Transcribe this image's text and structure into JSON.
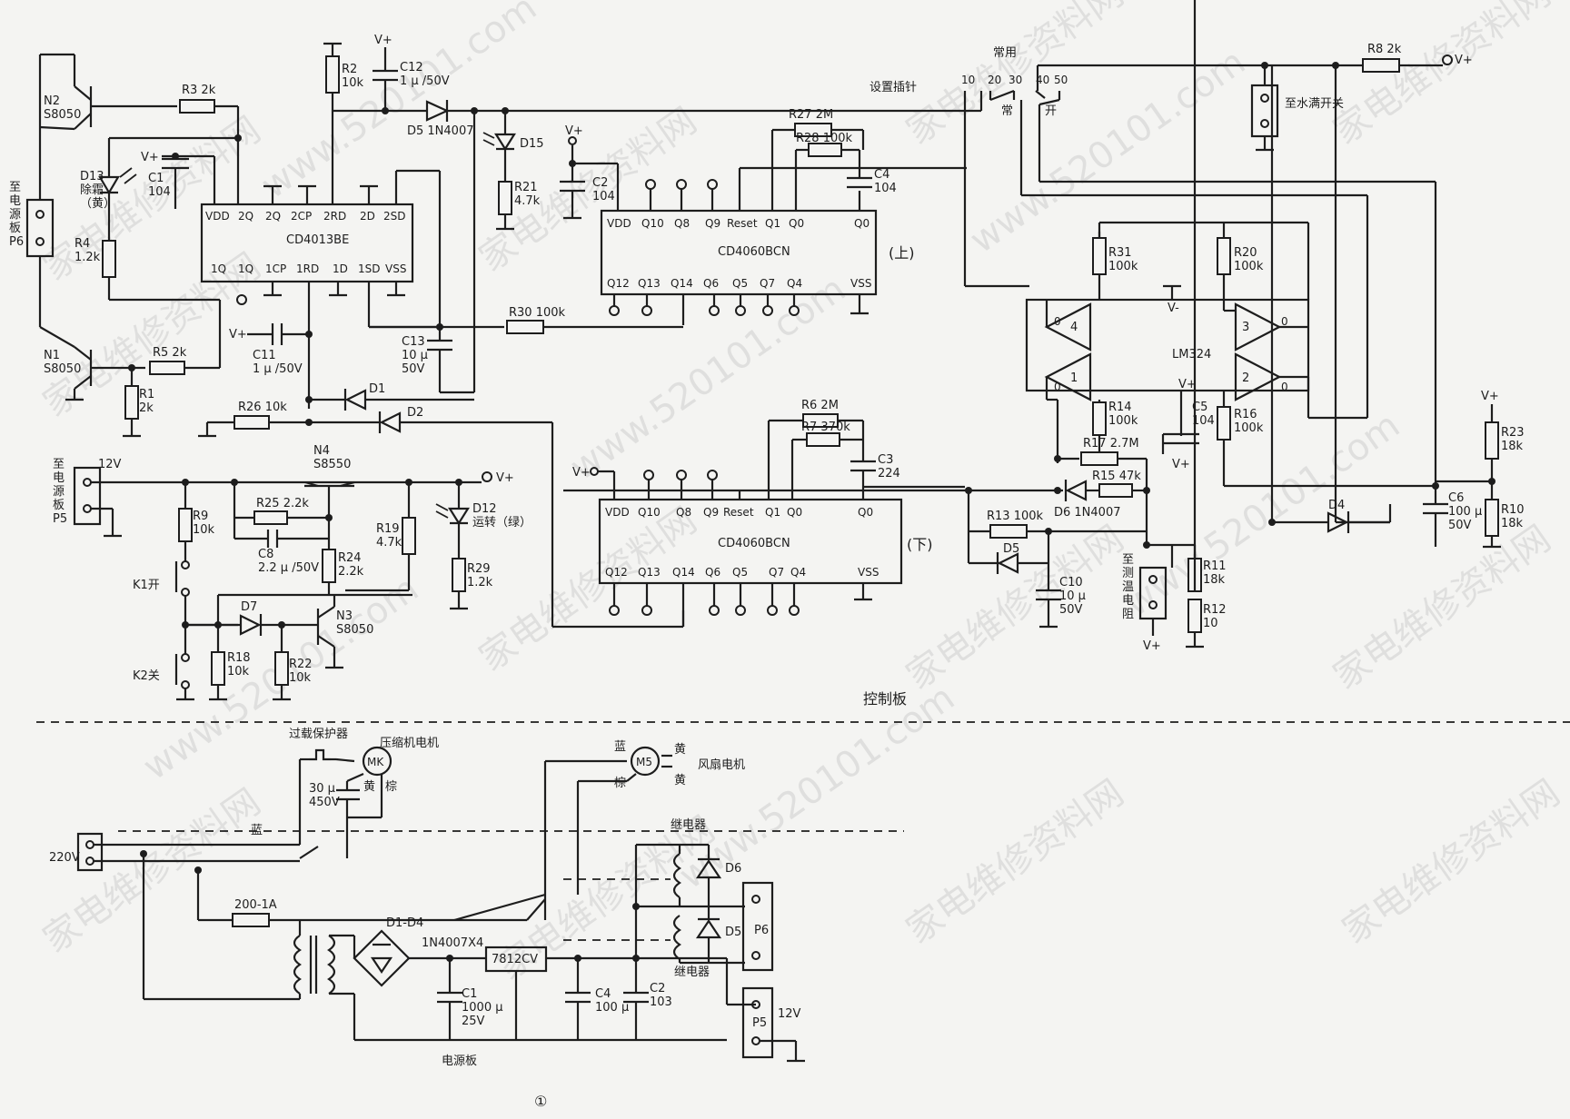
{
  "watermark": {
    "text": "家电维修资料网",
    "url": "www.520101.com"
  },
  "sections": {
    "control_board": "控制板",
    "power_board": "电源板",
    "figure_number": "①"
  },
  "ics": {
    "u1": {
      "name": "CD4013BE",
      "pins_top": [
        "VDD",
        "2Q",
        "2Q",
        "2CP",
        "2RD",
        "2D",
        "2SD"
      ],
      "pins_bottom": [
        "1Q",
        "1Q",
        "1CP",
        "1RD",
        "1D",
        "1SD",
        "VSS"
      ]
    },
    "u2": {
      "name": "CD4060BCN",
      "tag": "(上)",
      "pins_top": [
        "VDD",
        "Q10",
        "Q8",
        "Q9",
        "Reset",
        "Q1",
        "Q0",
        "Q0"
      ],
      "pins_bottom": [
        "Q12",
        "Q13",
        "Q14",
        "Q6",
        "Q5",
        "Q7",
        "Q4",
        "VSS"
      ]
    },
    "u3": {
      "name": "CD4060BCN",
      "tag": "(下)",
      "pins_top": [
        "VDD",
        "Q10",
        "Q8",
        "Q9",
        "Reset",
        "Q1",
        "Q0",
        "Q0"
      ],
      "pins_bottom": [
        "Q12",
        "Q13",
        "Q14",
        "Q6",
        "Q5",
        "Q7",
        "Q4",
        "VSS"
      ]
    },
    "lm324": {
      "name": "LM324",
      "amps": [
        "1",
        "2",
        "3",
        "4"
      ]
    }
  },
  "resistors": {
    "r1": "R1\n2k",
    "r2": "R2\n10k",
    "r3": "R3  2k",
    "r4": "R4\n1.2k",
    "r5": "R5  2k",
    "r6": "R6  2M",
    "r7": "R7  370k",
    "r8": "R8  2k",
    "r9": "R9\n10k",
    "r10": "R10\n18k",
    "r11": "R11\n18k",
    "r12": "R12\n10",
    "r13": "R13  100k",
    "r14": "R14\n100k",
    "r15": "R15  47k",
    "r16": "R16\n100k",
    "r17": "R17  2.7M",
    "r18": "R18\n10k",
    "r19": "R19\n4.7k",
    "r20": "R20\n100k",
    "r21": "R21\n4.7k",
    "r22": "R22\n10k",
    "r23": "R23\n18k",
    "r24": "R24\n2.2k",
    "r25": "R25  2.2k",
    "r26": "R26  10k",
    "r27": "R27  2M",
    "r28": "R28  100k",
    "r29": "R29\n1.2k",
    "r30": "R30  100k",
    "r31": "R31\n100k"
  },
  "capacitors": {
    "c1": "C1\n104",
    "c2": "C2\n104",
    "c3": "C3\n224",
    "c4": "C4\n104",
    "c5": "C5\n104",
    "c6": "C6\n100 μ\n50V",
    "c8": "C8\n2.2 μ /50V",
    "c10": "C10\n10 μ\n50V",
    "c11": "C11\n1 μ /50V",
    "c12": "C12\n1 μ /50V",
    "c13": "C13\n10 μ\n50V"
  },
  "diodes": {
    "d1": "D1",
    "d2": "D2",
    "d4": "D4",
    "d5": "D5  1N4007",
    "d5b": "D5",
    "d6": "D6  1N4007",
    "d7": "D7",
    "d12": "D12\n运转（绿）",
    "d13": "D13\n除霜\n（黄）",
    "d15": "D15"
  },
  "transistors": {
    "n1": "N1\nS8050",
    "n2": "N2\nS8050",
    "n3": "N3\nS8050",
    "n4": "N4\nS8550"
  },
  "connectors": {
    "p6_ctrl": "至\n电\n源\n板\nP6",
    "p5_ctrl": "至\n电\n源\n板\nP5",
    "p5_volt": "12V",
    "water_switch": "至水满开关",
    "temp_sensor": "至\n测\n温\n电\n阻"
  },
  "switches": {
    "k1": "K1开",
    "k2": "K2关"
  },
  "jumper": {
    "title": "设置插针",
    "pins": [
      "10",
      "20",
      "30",
      "40",
      "50"
    ],
    "top": "常用",
    "mid": "常",
    "open": "开"
  },
  "power_labels": {
    "vplus": "V+",
    "vminus": "V-",
    "gnd_digit": "0"
  },
  "power_board": {
    "ac_in": "220V",
    "wire_blue": "蓝",
    "overload": "过载保护器",
    "compressor": "压缩机电机",
    "mk": "MK",
    "cap_comp": "30 μ\n450V",
    "yellow": "黄",
    "brown": "棕",
    "fan_motor": "风扇电机",
    "m5": "M5",
    "relay": "继电器",
    "fuse": "200-1A",
    "bridge": "D1-D4",
    "bridge_part": "1N4007X4",
    "c1": "C1\n1000 μ\n25V",
    "reg": "7812CV",
    "c4": "C4\n100 μ",
    "c2": "C2\n103",
    "d6": "D6",
    "d5": "D5",
    "p6": "P6",
    "p5": "P5",
    "p5_volt": "12V"
  }
}
